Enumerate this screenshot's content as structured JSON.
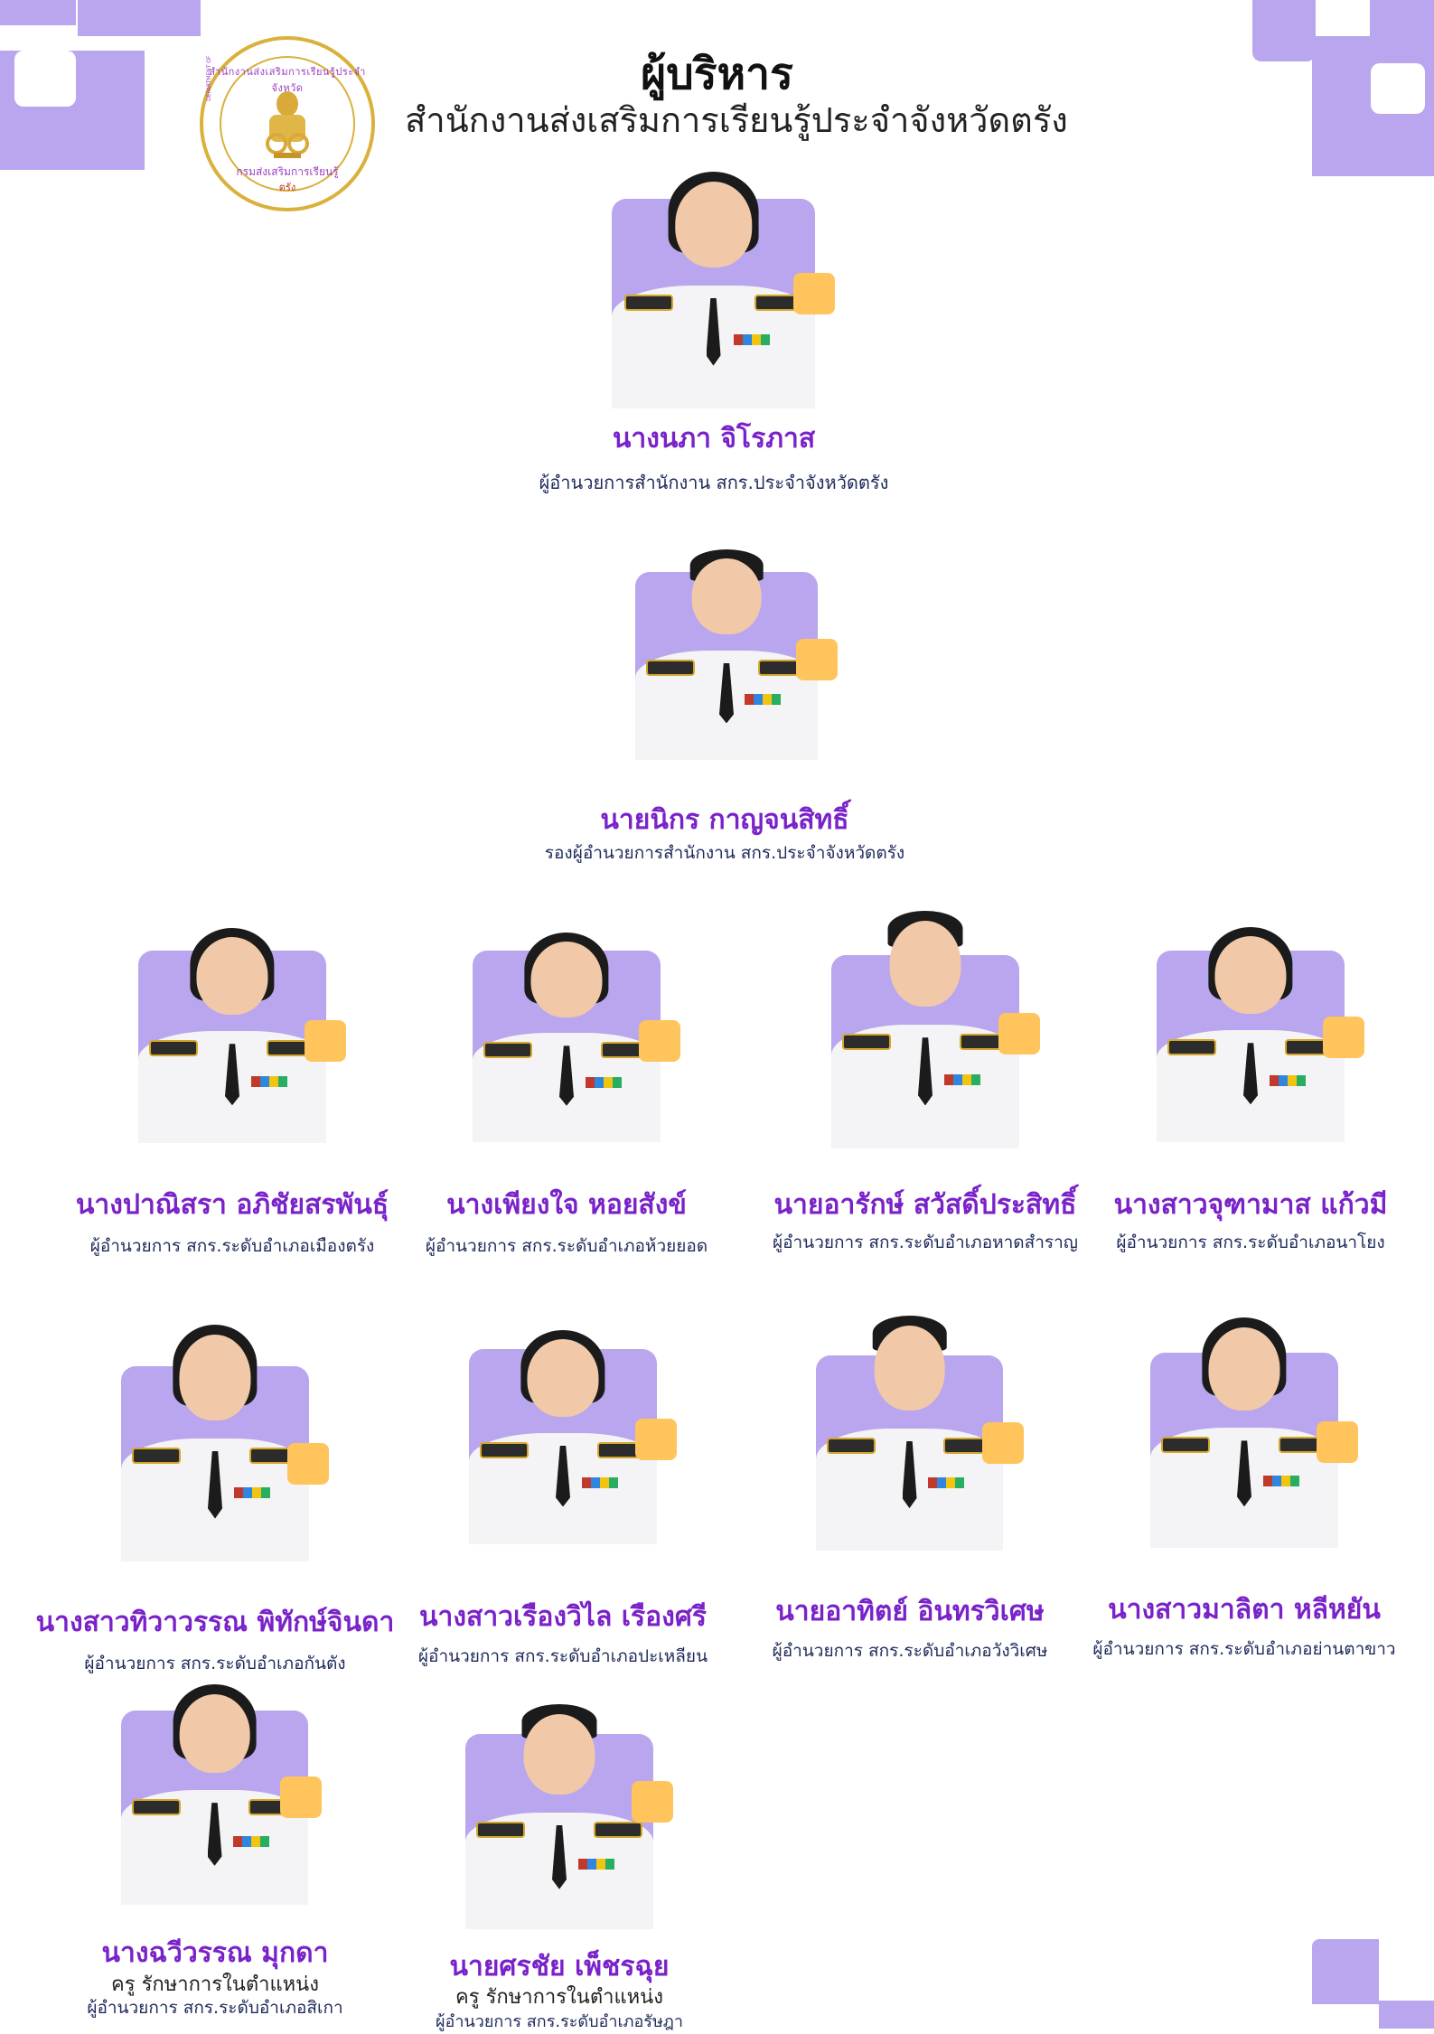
{
  "header": {
    "title": "ผู้บริหาร",
    "subtitle": "สำนักงานส่งเสริมการเรียนรู้ประจำจังหวัดตรัง",
    "logo": {
      "text_top": "สำนักงานส่งเสริมการเรียนรู้ประจำจังหวัด",
      "text_bottom": "กรมส่งเสริมการเรียนรู้",
      "province": "ตรัง",
      "english": "DEPARTMENT OF LEARNING ENCOURAGEMENT"
    }
  },
  "colors": {
    "accent_purple": "#b9a6ee",
    "accent_yellow": "#ffc45c",
    "name_purple": "#7a22c9",
    "role_navy": "#1e2a5a"
  },
  "people": [
    {
      "name": "นางนภา  จิโรภาส",
      "role": "ผู้อำนวยการสำนักงาน สกร.ประจำจังหวัดตรัง"
    },
    {
      "name": "นายนิกร กาญจนสิทธิ์",
      "role": "รองผู้อำนวยการสำนักงาน สกร.ประจำจังหวัดตรัง"
    },
    {
      "name": "นางปาณิสรา อภิชัยสรพันธุ์",
      "role": "ผู้อำนวยการ สกร.ระดับอำเภอเมืองตรัง"
    },
    {
      "name": "นางเพียงใจ หอยสังข์",
      "role": "ผู้อำนวยการ สกร.ระดับอำเภอห้วยยอด"
    },
    {
      "name": "นายอารักษ์ สวัสดิ์ประสิทธิ์",
      "role": "ผู้อำนวยการ สกร.ระดับอำเภอหาดสำราญ"
    },
    {
      "name": "นางสาวจุฑามาส แก้วมี",
      "role": "ผู้อำนวยการ สกร.ระดับอำเภอนาโยง"
    },
    {
      "name": "นางสาวทิวาวรรณ พิทักษ์จินดา",
      "role": "ผู้อำนวยการ สกร.ระดับอำเภอกันตัง"
    },
    {
      "name": "นางสาวเรืองวิไล เรืองศรี",
      "role": "ผู้อำนวยการ สกร.ระดับอำเภอปะเหลียน"
    },
    {
      "name": "นายอาทิตย์ อินทรวิเศษ",
      "role": "ผู้อำนวยการ สกร.ระดับอำเภอวังวิเศษ"
    },
    {
      "name": "นางสาวมาลิตา หลีหยัน",
      "role": "ผู้อำนวยการ สกร.ระดับอำเภอย่านตาขาว"
    },
    {
      "name": "นางฉวีวรรณ  มุกดา",
      "role_prefix": "ครู  รักษาการในตำแหน่ง",
      "role": "ผู้อำนวยการ สกร.ระดับอำเภอสิเกา"
    },
    {
      "name": "นายศรชัย เพ็ชรฉุย",
      "role_prefix": "ครู  รักษาการในตำแหน่ง",
      "role": "ผู้อำนวยการ สกร.ระดับอำเภอรัษฎา"
    }
  ]
}
